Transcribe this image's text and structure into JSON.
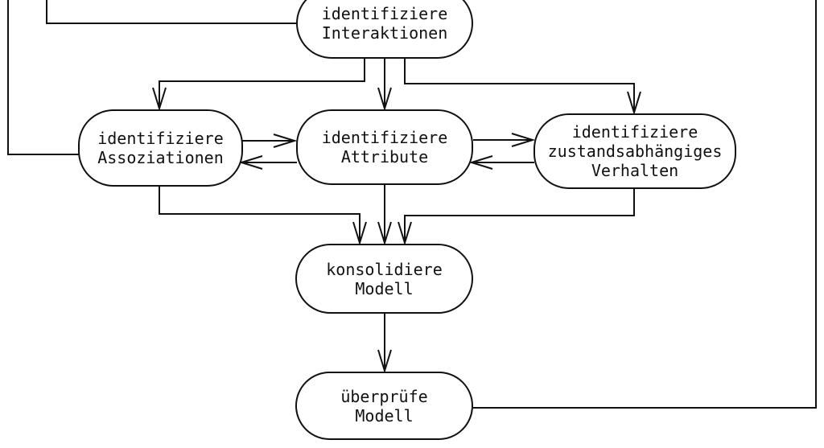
{
  "diagram_type": "flowchart",
  "colors": {
    "background": "#ffffff",
    "line": "#111111",
    "node_fill": "#ffffff",
    "text": "#111111"
  },
  "nodes": {
    "interaktionen": {
      "lines": [
        "identifiziere",
        "Interaktionen"
      ]
    },
    "assoziationen": {
      "lines": [
        "identifiziere",
        "Assoziationen"
      ]
    },
    "attribute": {
      "lines": [
        "identifiziere",
        "Attribute"
      ]
    },
    "verhalten": {
      "lines": [
        "identifiziere",
        "zustandsabhängiges",
        "Verhalten"
      ]
    },
    "konsolidiere": {
      "lines": [
        "konsolidiere",
        "Modell"
      ]
    },
    "ueberpruefe": {
      "lines": [
        "überprüfe",
        "Modell"
      ]
    }
  },
  "edges": [
    {
      "from": "offscreen-top",
      "to": "identifiziere-interaktionen",
      "arrowhead": false
    },
    {
      "from": "offscreen-top",
      "to": "identifiziere-assoziationen",
      "arrowhead": false
    },
    {
      "from": "identifiziere-interaktionen",
      "to": "identifiziere-assoziationen",
      "arrowhead": true
    },
    {
      "from": "identifiziere-interaktionen",
      "to": "identifiziere-attribute",
      "arrowhead": true
    },
    {
      "from": "identifiziere-interaktionen",
      "to": "identifiziere-zustandsabhaengiges-verhalten",
      "arrowhead": true
    },
    {
      "from": "identifiziere-assoziationen",
      "to": "identifiziere-attribute",
      "arrowhead": true
    },
    {
      "from": "identifiziere-attribute",
      "to": "identifiziere-assoziationen",
      "arrowhead": true
    },
    {
      "from": "identifiziere-attribute",
      "to": "identifiziere-zustandsabhaengiges-verhalten",
      "arrowhead": true
    },
    {
      "from": "identifiziere-zustandsabhaengiges-verhalten",
      "to": "identifiziere-attribute",
      "arrowhead": true
    },
    {
      "from": "identifiziere-assoziationen",
      "to": "konsolidiere-modell",
      "arrowhead": true
    },
    {
      "from": "identifiziere-attribute",
      "to": "konsolidiere-modell",
      "arrowhead": true
    },
    {
      "from": "identifiziere-zustandsabhaengiges-verhalten",
      "to": "konsolidiere-modell",
      "arrowhead": true
    },
    {
      "from": "konsolidiere-modell",
      "to": "ueberpruefe-modell",
      "arrowhead": true
    },
    {
      "from": "ueberpruefe-modell",
      "to": "offscreen-top-right",
      "arrowhead": false
    }
  ]
}
